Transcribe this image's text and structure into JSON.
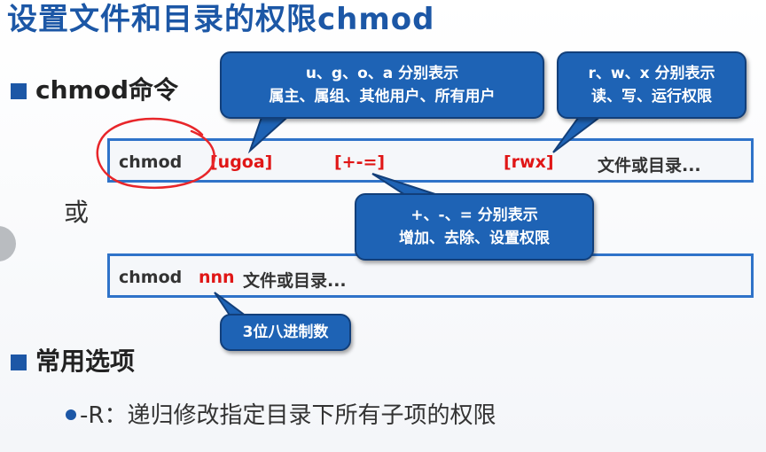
{
  "title": "设置文件和目录的权限chmod",
  "section1": {
    "heading": "chmod命令"
  },
  "or_label": "或",
  "command1": {
    "cmd": "chmod",
    "who": "[ugoa]",
    "op": "[+-=]",
    "perm": "[rwx]",
    "target": "文件或目录..."
  },
  "command2": {
    "cmd": "chmod",
    "mode": "nnn",
    "target": "文件或目录..."
  },
  "bubbles": {
    "ugoa": [
      "u、g、o、a 分别表示",
      "属主、属组、其他用户、所有用户"
    ],
    "rwx": [
      "r、w、x 分别表示",
      "读、写、运行权限"
    ],
    "ops": [
      "+、-、= 分别表示",
      "增加、去除、设置权限"
    ],
    "nnn": [
      "3位八进制数"
    ]
  },
  "section2": {
    "heading": "常用选项",
    "option": "-R：递归修改指定目录下所有子项的权限"
  },
  "colors": {
    "title": "#1c57a6",
    "bubble": "#1e63b5",
    "highlight": "#e01616",
    "box_border": "#2f73c9"
  }
}
